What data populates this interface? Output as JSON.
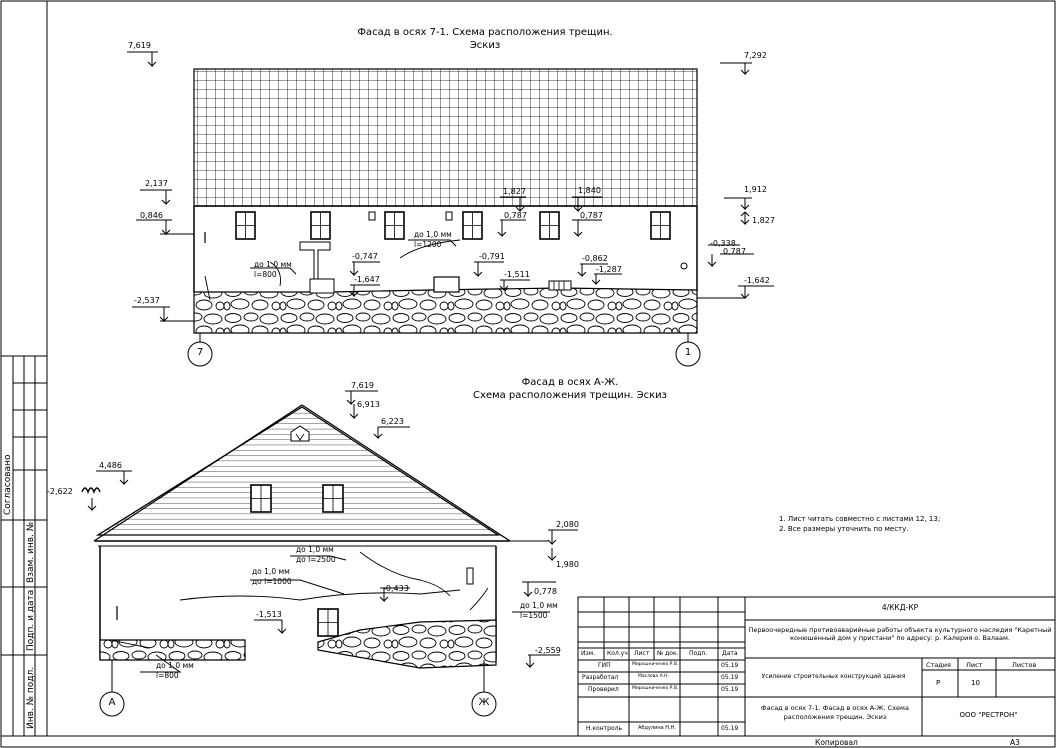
{
  "facade1": {
    "title_line1": "Фасад в осях 7-1. Схема расположения трещин.",
    "title_line2": "Эскиз",
    "levels": [
      "7,619",
      "7,292",
      "2,137",
      "1,912",
      "1,827",
      "1,840",
      "1,827",
      "0,846",
      "0,787",
      "0,787",
      "0,787",
      "-0,338",
      "-0,747",
      "-0,791",
      "-0,862",
      "-1,287",
      "-1,511",
      "-1,647",
      "-1,642",
      "-2,537"
    ],
    "cracks": [
      {
        "line1": "до 1,0 мм",
        "line2": "l=1200"
      },
      {
        "line1": "до 1,0 мм",
        "line2": "l=800"
      }
    ],
    "axes": [
      "7",
      "1"
    ]
  },
  "facade2": {
    "title_line1": "Фасад в осях  А-Ж.",
    "title_line2": "Схема расположения трещин. Эскиз",
    "levels": [
      "7,619",
      "6,913",
      "6,223",
      "4,486",
      "-2,622",
      "2,080",
      "1,980",
      "0,778",
      "-0,433",
      "-1,513",
      "-2,559"
    ],
    "cracks": [
      {
        "line1": "до 1,0 мм",
        "line2": "до l=2500"
      },
      {
        "line1": "до 1,0 мм",
        "line2": "до l=1000"
      },
      {
        "line1": "до 1,0 мм",
        "line2": "l=1500"
      },
      {
        "line1": "до 1,0 мм",
        "line2": "l=800"
      }
    ],
    "axes": [
      "А",
      "Ж"
    ]
  },
  "notes": [
    "1. Лист читать совместно с листами 12, 13;",
    "2. Все размеры уточнить по месту."
  ],
  "side_stamp": [
    "Согласовано",
    "Взам. инв. №",
    "Подп. и дата",
    "Инв. № подл."
  ],
  "title_block": {
    "code": "4/ККД-КР",
    "project": "Первоочередные противоаварийные работы объекта культурного наследия \"Каретный конюшенный дом у пристани\" по адресу: р. Калерия о. Валаам.",
    "header_cols": [
      "Изм.",
      "Кол.уч.",
      "Лист",
      "№ док.",
      "Подп.",
      "Дата"
    ],
    "rows": [
      {
        "role": "ГИП",
        "name": "Мирошниченко Р.В.",
        "date": "05.19"
      },
      {
        "role": "Разработал",
        "name": "Маслова А.Н.",
        "date": "05.19"
      },
      {
        "role": "Проверил",
        "name": "Мирошниченко Р.В.",
        "date": "05.19"
      },
      {
        "role": "Н.контроль",
        "name": "Абдулина Н.Н.",
        "date": "05.19"
      }
    ],
    "section": "Усиление строительных конструкций здания",
    "stage_label": "Стадия",
    "sheet_label": "Лист",
    "sheets_label": "Листов",
    "stage": "Р",
    "sheet": "10",
    "sheet_title": "Фасад в осях 7-1. Фасад в осях А-Ж. Схема расположения трещин. Эскиз",
    "company": "ООО \"РЕСТРОН\"",
    "copied": "Копировал",
    "format": "А3"
  }
}
